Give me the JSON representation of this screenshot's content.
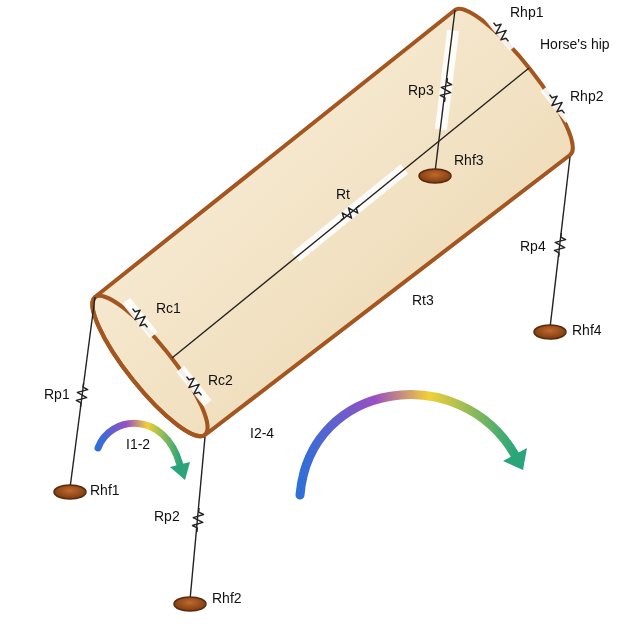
{
  "diagram": {
    "labels": [
      "Rhp1",
      "Horse's hip",
      "Rhp2",
      "Rp3",
      "Rt",
      "Rhf3",
      "Rt3",
      "Rp4",
      "Rhf4",
      "Rc1",
      "Rc2",
      "Rp1",
      "I1-2",
      "Rhf1",
      "Rp2",
      "Rhf2",
      "I2-4"
    ]
  }
}
